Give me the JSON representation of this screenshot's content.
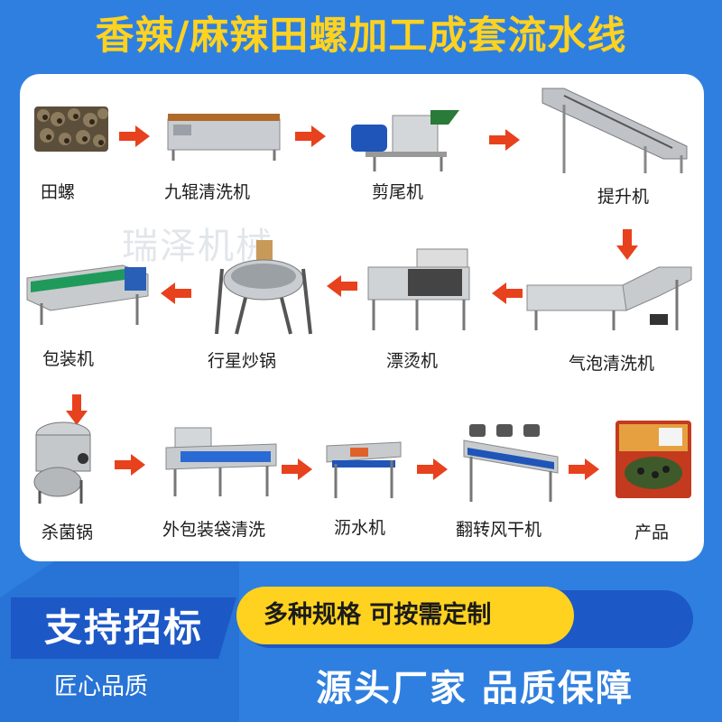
{
  "title": "香辣/麻辣田螺加工成套流水线",
  "watermark": "瑞泽机械",
  "steps": [
    {
      "label": "田螺"
    },
    {
      "label": "九辊清洗机"
    },
    {
      "label": "剪尾机"
    },
    {
      "label": "提升机"
    },
    {
      "label": "气泡清洗机"
    },
    {
      "label": "漂烫机"
    },
    {
      "label": "行星炒锅"
    },
    {
      "label": "包装机"
    },
    {
      "label": "杀菌锅"
    },
    {
      "label": "外包装袋清洗"
    },
    {
      "label": "沥水机"
    },
    {
      "label": "翻转风干机"
    },
    {
      "label": "产品"
    }
  ],
  "bottom": {
    "badge": "支持招标",
    "badge_sub": "匠心品质",
    "pill": "多种规格 可按需定制",
    "slogan": "源头厂家 品质保障"
  },
  "colors": {
    "background": "#2f7fe0",
    "title": "#ffd21f",
    "arrow": "#e8411d",
    "pill": "#ffd21f"
  }
}
